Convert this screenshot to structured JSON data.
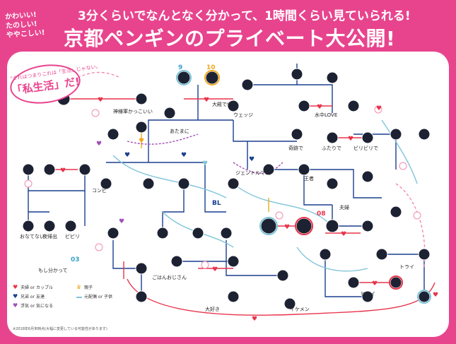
{
  "header": {
    "side_lines": [
      "かわいい!",
      "たのしい!",
      "ややこしい!"
    ],
    "headline": "3分くらいでなんとなく分かって、1時間くらい見ていられる!",
    "title": "京都ペンギンのプライベート大公開!"
  },
  "bubble": {
    "small": "\"それはつまりこれは「生活」じゃない。",
    "big": "「私生活」だ!"
  },
  "labels": {
    "kakkoii": "神様軍かっこいい",
    "ookizuki": "大殿で歩く",
    "suichu": "水中LOVE",
    "wedge": "ウェッジ",
    "futari": "ふたりで",
    "kiseki": "奇跡で",
    "mondai": "ビリビリで",
    "kyuu": "9",
    "juu": "10",
    "rei": "08",
    "san": "03",
    "tsuma": "夫婦",
    "atama": "あたまに",
    "konbi": "コンビ",
    "bl": "BL",
    "jelly": "ジェントルマン",
    "ouja": "王者",
    "moshika": "もし分かって",
    "ikemen": "イケメン",
    "daisuki": "大好き",
    "ojisan": "ごはんおじさん",
    "onaine": "おなてない",
    "yoru": "夜帰出",
    "bibi": "ビビリ",
    "hisui": "ヒスイ",
    "torai": "トライ"
  },
  "legend": {
    "items": [
      {
        "symbol": "heart",
        "color": "#e8334a",
        "text": "夫婦 or カップル"
      },
      {
        "symbol": "crown",
        "color": "#f0a820",
        "text": "親子"
      },
      {
        "symbol": "heart",
        "color": "#1a3f8f",
        "text": "兄弟 or 友達"
      },
      {
        "symbol": "dash",
        "color": "#7fc4d9",
        "text": "元配偶 or 子供"
      },
      {
        "symbol": "heart",
        "color": "#a050b8",
        "text": "浮気 or 気になる"
      }
    ]
  },
  "footnote": "※2018年6月末時点(大幅に変更している可能性があります)"
}
